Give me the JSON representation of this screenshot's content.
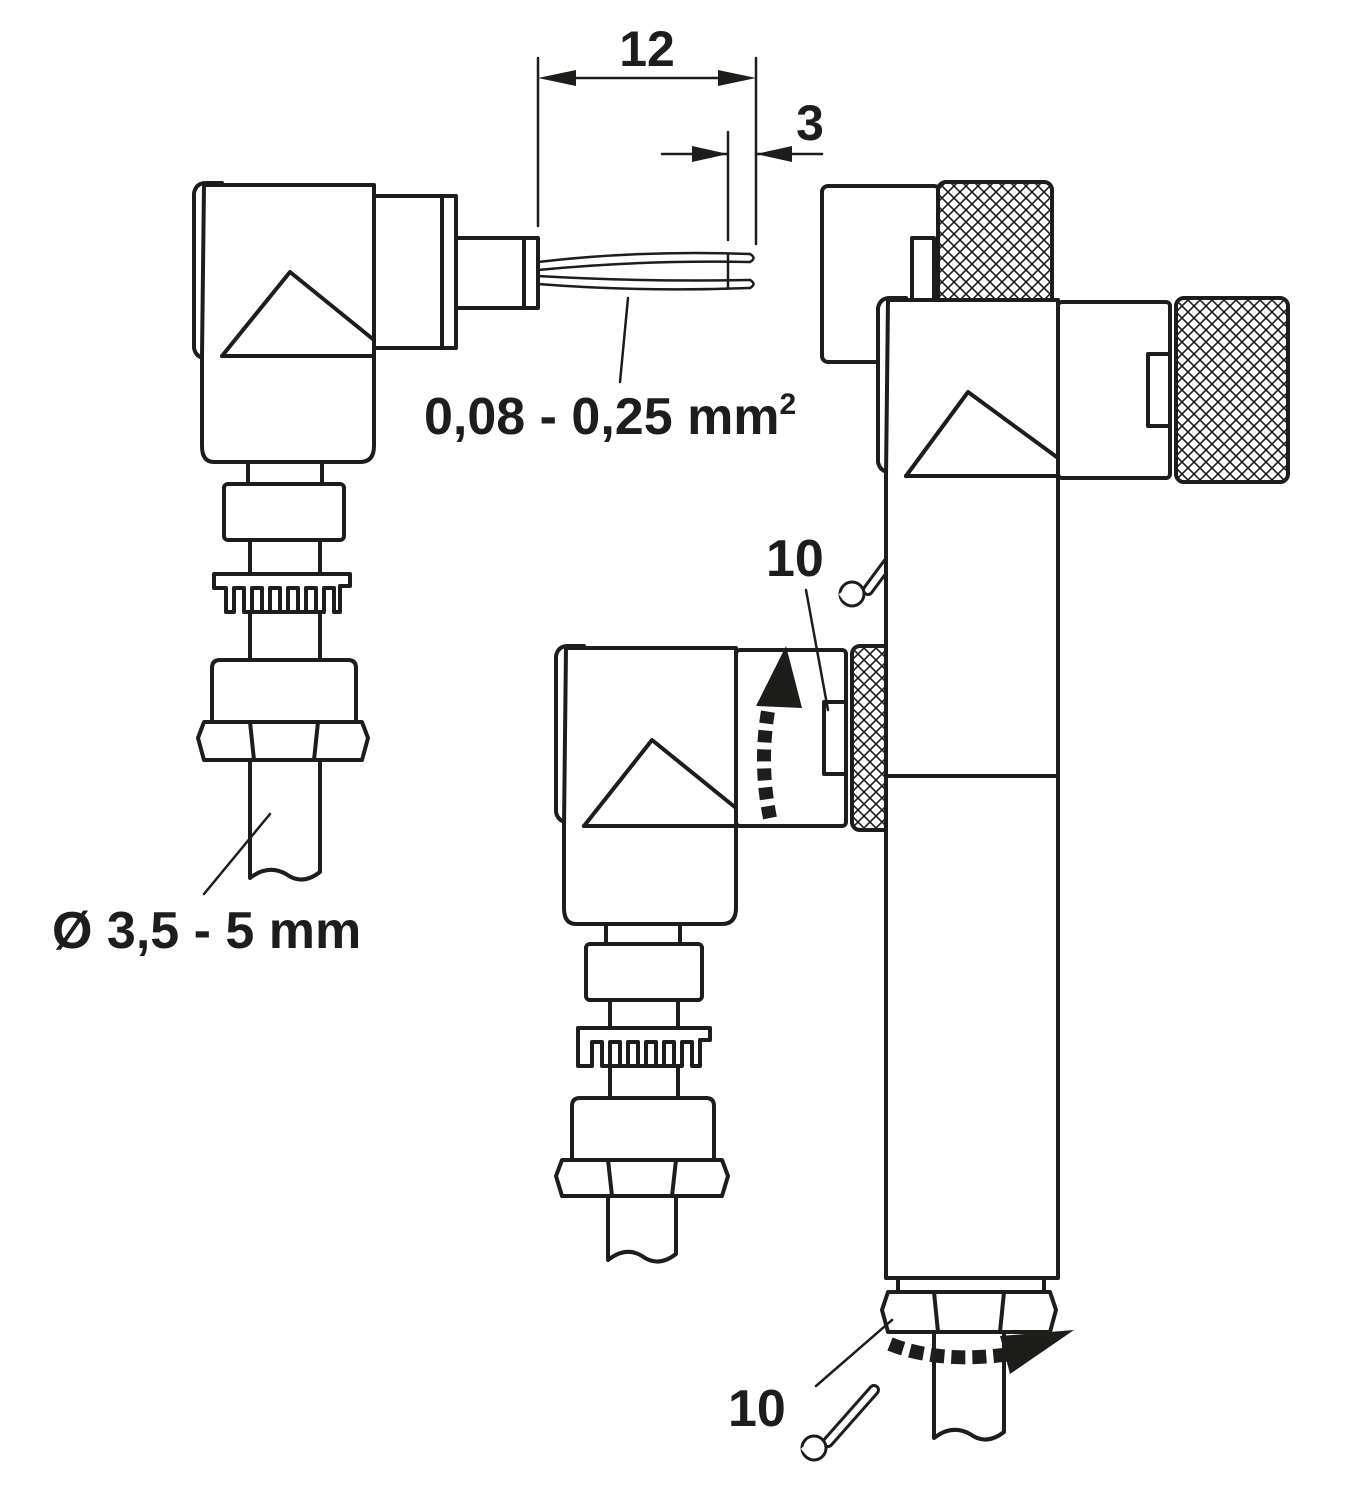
{
  "labels": {
    "strip_length": "12",
    "strip_end": "3",
    "wire_cross_section_prefix": "0,08 - 0,25 mm",
    "wire_cross_section_sup": "2",
    "cable_diameter": "Ø 3,5 - 5 mm",
    "torque_top": "10",
    "torque_bottom": "10"
  },
  "icons": {
    "tool_top": "wrench-icon",
    "tool_bottom": "wrench-icon"
  },
  "colors": {
    "ink": "#1d1d1b",
    "background": "#ffffff"
  }
}
